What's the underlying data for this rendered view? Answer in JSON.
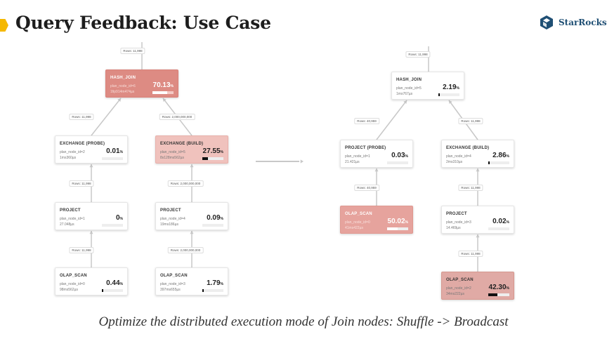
{
  "title": "Query Feedback: Use Case",
  "brand": "StarRocks",
  "caption": "Optimize the distributed execution mode of Join nodes: Shuffle -> Broadcast",
  "colors": {
    "accent_hex": "#f5b800",
    "brand": "#1f4f74",
    "hot": "#dd8b83"
  },
  "left_plan": {
    "nodes": [
      {
        "id": "l_join",
        "name": "HASH_JOIN",
        "plan_node": "plan_node_id=6",
        "time": "1fip914m474µs",
        "pct": "70.13",
        "unit": "%",
        "bar": 0.7,
        "style": "hot1"
      },
      {
        "id": "l_exch_probe",
        "name": "EXCHANGE (PROBE)",
        "plan_node": "plan_node_id=2",
        "time": "1ms360µs",
        "pct": "0.01",
        "unit": "%",
        "bar": 0.0,
        "style": ""
      },
      {
        "id": "l_exch_build",
        "name": "EXCHANGE (BUILD)",
        "plan_node": "plan_node_id=5",
        "time": "8s128ms562µs",
        "pct": "27.55",
        "unit": "%",
        "bar": 0.28,
        "style": "hot2"
      },
      {
        "id": "l_proj1",
        "name": "PROJECT",
        "plan_node": "plan_node_id=1",
        "time": "27.048µs",
        "pct": "0",
        "unit": "%",
        "bar": 0.0,
        "style": ""
      },
      {
        "id": "l_proj2",
        "name": "PROJECT",
        "plan_node": "plan_node_id=4",
        "time": "19ms186µs",
        "pct": "0.09",
        "unit": "%",
        "bar": 0.0,
        "style": ""
      },
      {
        "id": "l_scan1",
        "name": "OLAP_SCAN",
        "plan_node": "plan_node_id=0",
        "time": "98ms562µs",
        "pct": "0.44",
        "unit": "%",
        "bar": 0.01,
        "style": ""
      },
      {
        "id": "l_scan2",
        "name": "OLAP_SCAN",
        "plan_node": "plan_node_id=3",
        "time": "397ms655µs",
        "pct": "1.79",
        "unit": "%",
        "bar": 0.02,
        "style": ""
      }
    ],
    "row_labels": [
      {
        "id": "lr0",
        "text": "Rows: 11,998"
      },
      {
        "id": "lr1",
        "text": "Rows: 11,998"
      },
      {
        "id": "lr2",
        "text": "Rows: 2,000,000,000"
      },
      {
        "id": "lr3",
        "text": "Rows: 11,998"
      },
      {
        "id": "lr4",
        "text": "Rows: 2,000,000,000"
      },
      {
        "id": "lr5",
        "text": "Rows: 11,998"
      },
      {
        "id": "lr6",
        "text": "Rows: 2,000,000,000"
      }
    ]
  },
  "right_plan": {
    "nodes": [
      {
        "id": "r_join",
        "name": "HASH_JOIN",
        "plan_node": "plan_node_id=5",
        "time": "1ms767µs",
        "pct": "2.19",
        "unit": "%",
        "bar": 0.02,
        "style": ""
      },
      {
        "id": "r_proj_probe",
        "name": "PROJECT (PROBE)",
        "plan_node": "plan_node_id=1",
        "time": "21.421µs",
        "pct": "0.03",
        "unit": "%",
        "bar": 0.0,
        "style": ""
      },
      {
        "id": "r_exch_build",
        "name": "EXCHANGE (BUILD)",
        "plan_node": "plan_node_id=4",
        "time": "2ms310µs",
        "pct": "2.86",
        "unit": "%",
        "bar": 0.03,
        "style": ""
      },
      {
        "id": "r_scan1",
        "name": "OLAP_SCAN",
        "plan_node": "plan_node_id=0",
        "time": "41ms422µs",
        "pct": "50.02",
        "unit": "%",
        "bar": 0.5,
        "style": "hot3"
      },
      {
        "id": "r_proj2",
        "name": "PROJECT",
        "plan_node": "plan_node_id=3",
        "time": "14.469µs",
        "pct": "0.02",
        "unit": "%",
        "bar": 0.0,
        "style": ""
      },
      {
        "id": "r_scan2",
        "name": "OLAP_SCAN",
        "plan_node": "plan_node_id=2",
        "time": "34ms222µs",
        "pct": "42.30",
        "unit": "%",
        "bar": 0.42,
        "style": "hot4"
      }
    ],
    "row_labels": [
      {
        "id": "rr0",
        "text": "Rows: 11,998"
      },
      {
        "id": "rr1",
        "text": "Rows: 40,959"
      },
      {
        "id": "rr2",
        "text": "Rows: 11,998"
      },
      {
        "id": "rr3",
        "text": "Rows: 40,959"
      },
      {
        "id": "rr4",
        "text": "Rows: 11,998"
      },
      {
        "id": "rr5",
        "text": "Rows: 11,998"
      }
    ]
  }
}
